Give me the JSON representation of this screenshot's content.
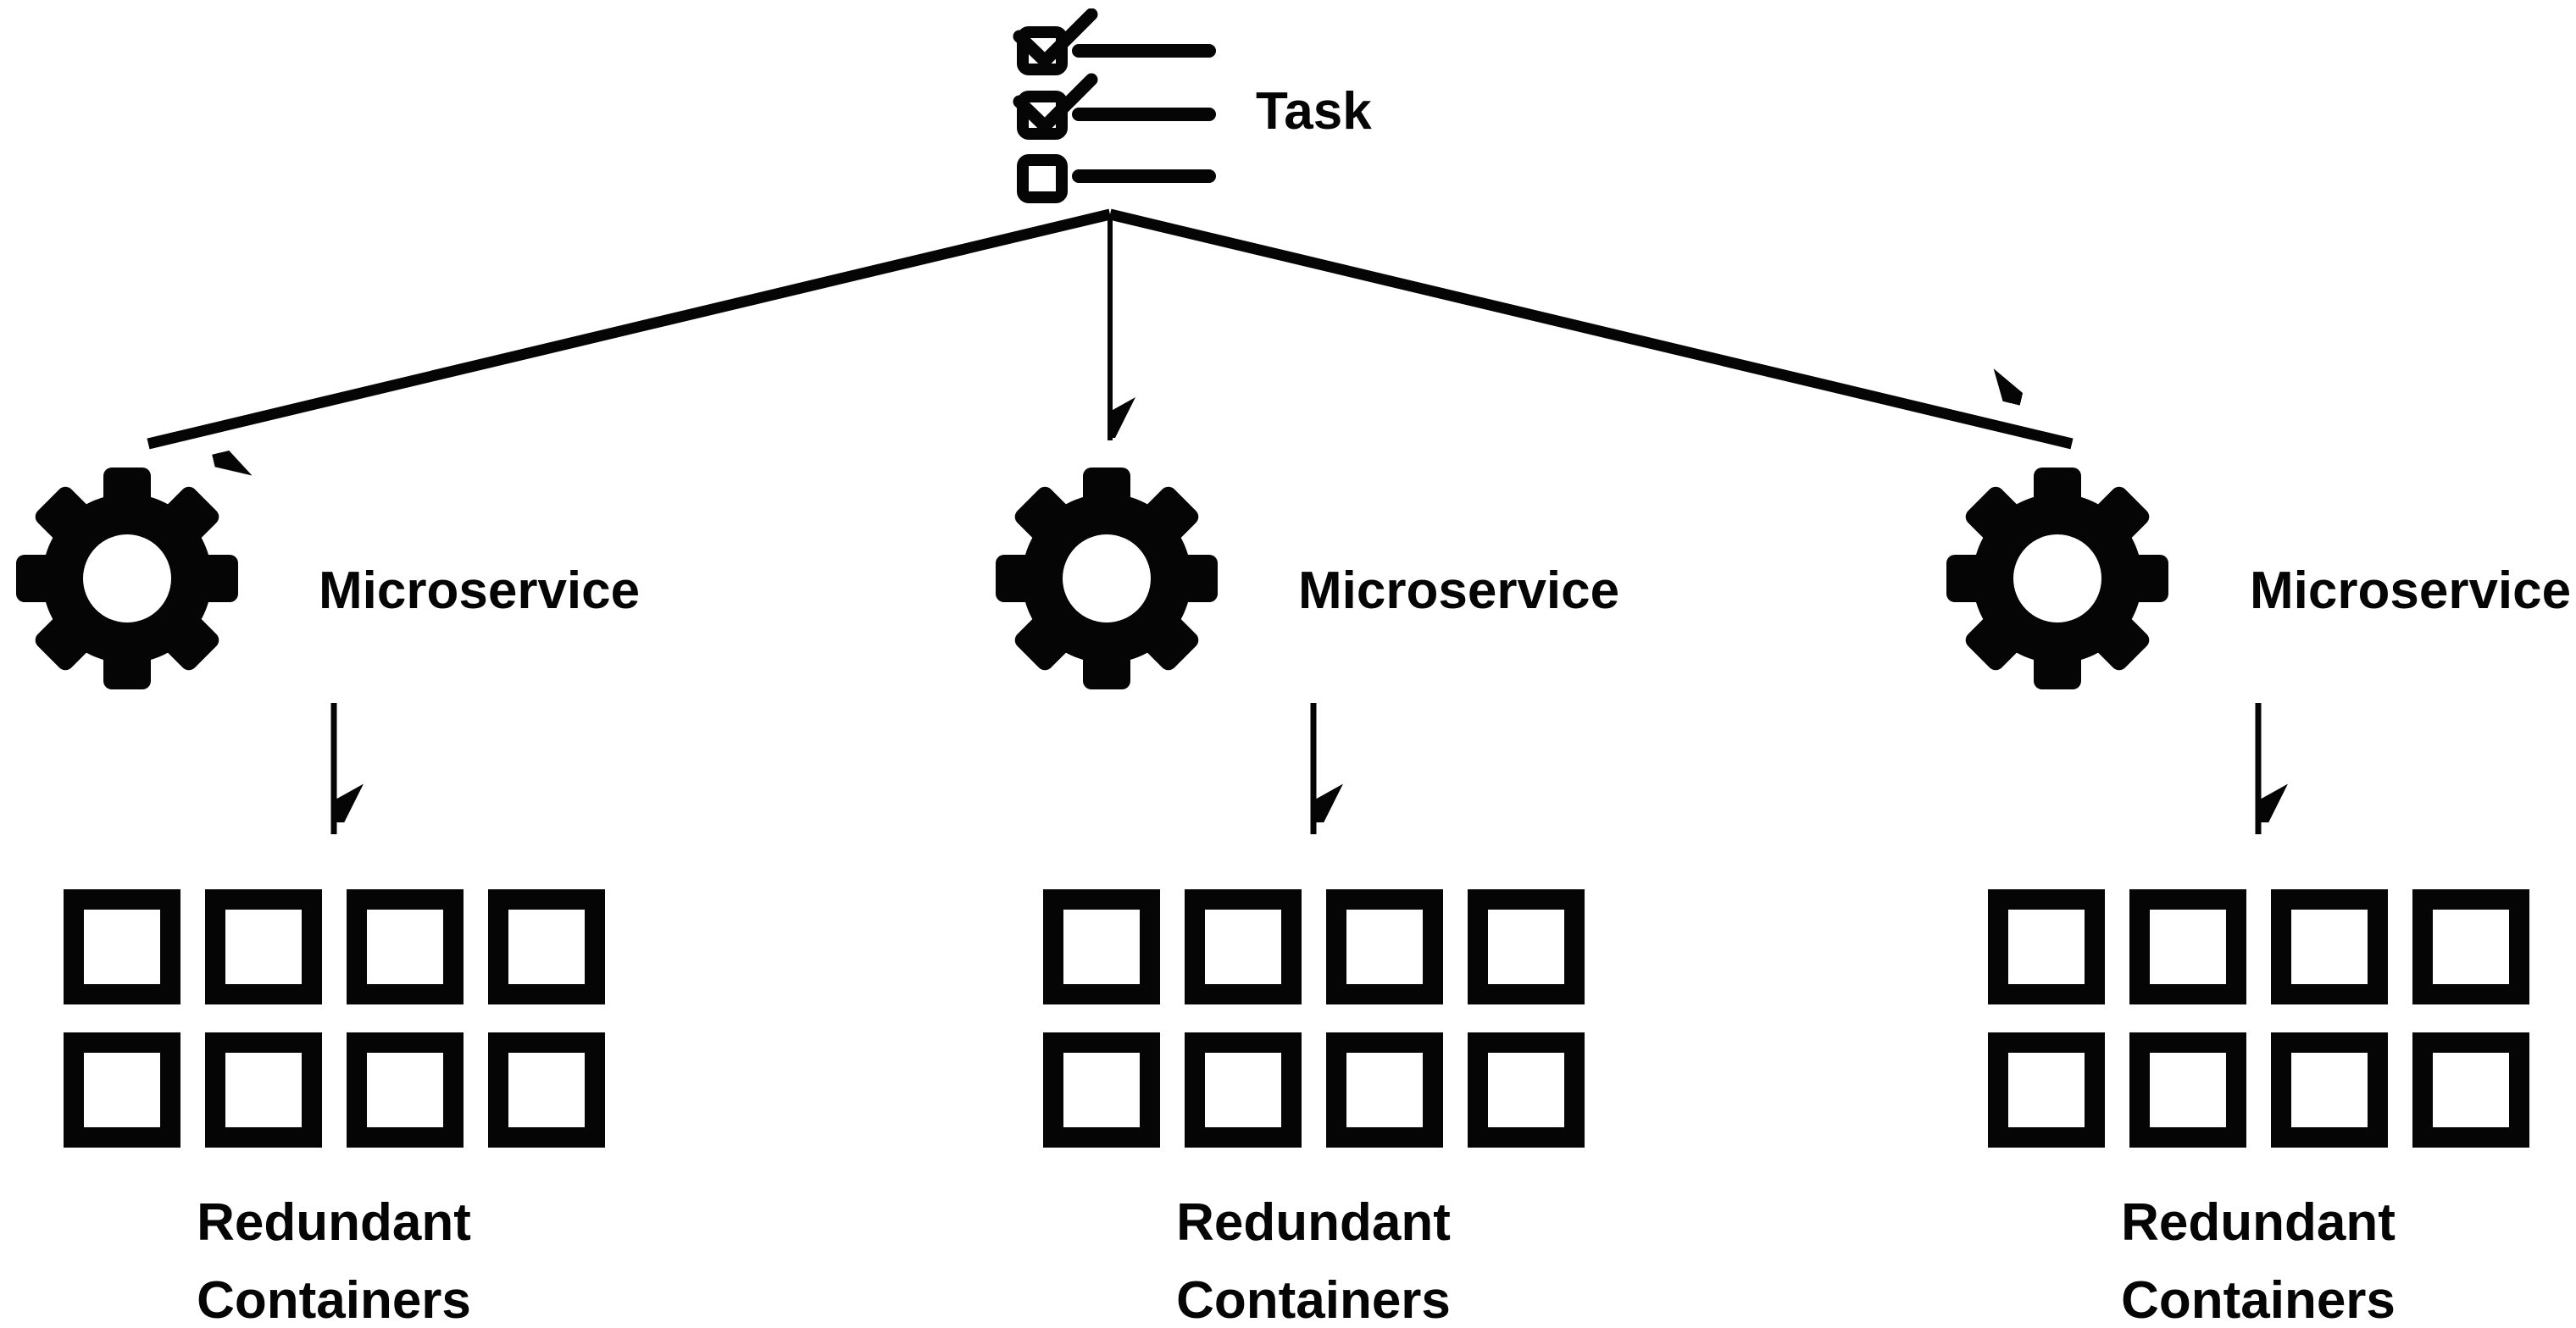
{
  "background_color": "#ffffff",
  "ink_color": "#050505",
  "task": {
    "label": "Task",
    "icon": "checklist-icon",
    "checklist": {
      "items": 3,
      "checked": 2,
      "unchecked": 1
    }
  },
  "nodes": [
    {
      "label": "Microservice",
      "icon": "gear-icon",
      "caption_lines": [
        "Redundant",
        "Containers"
      ],
      "containers": {
        "rows": 2,
        "cols": 4,
        "count": 8,
        "icon": "square-outline-icon"
      }
    },
    {
      "label": "Microservice",
      "icon": "gear-icon",
      "caption_lines": [
        "Redundant",
        "Containers"
      ],
      "containers": {
        "rows": 2,
        "cols": 4,
        "count": 8,
        "icon": "square-outline-icon"
      }
    },
    {
      "label": "Microservice",
      "icon": "gear-icon",
      "caption_lines": [
        "Redundant",
        "Containers"
      ],
      "containers": {
        "rows": 2,
        "cols": 4,
        "count": 8,
        "icon": "square-outline-icon"
      }
    }
  ],
  "arrows": {
    "fan_out_count": 3,
    "down_arrow_count": 3
  }
}
